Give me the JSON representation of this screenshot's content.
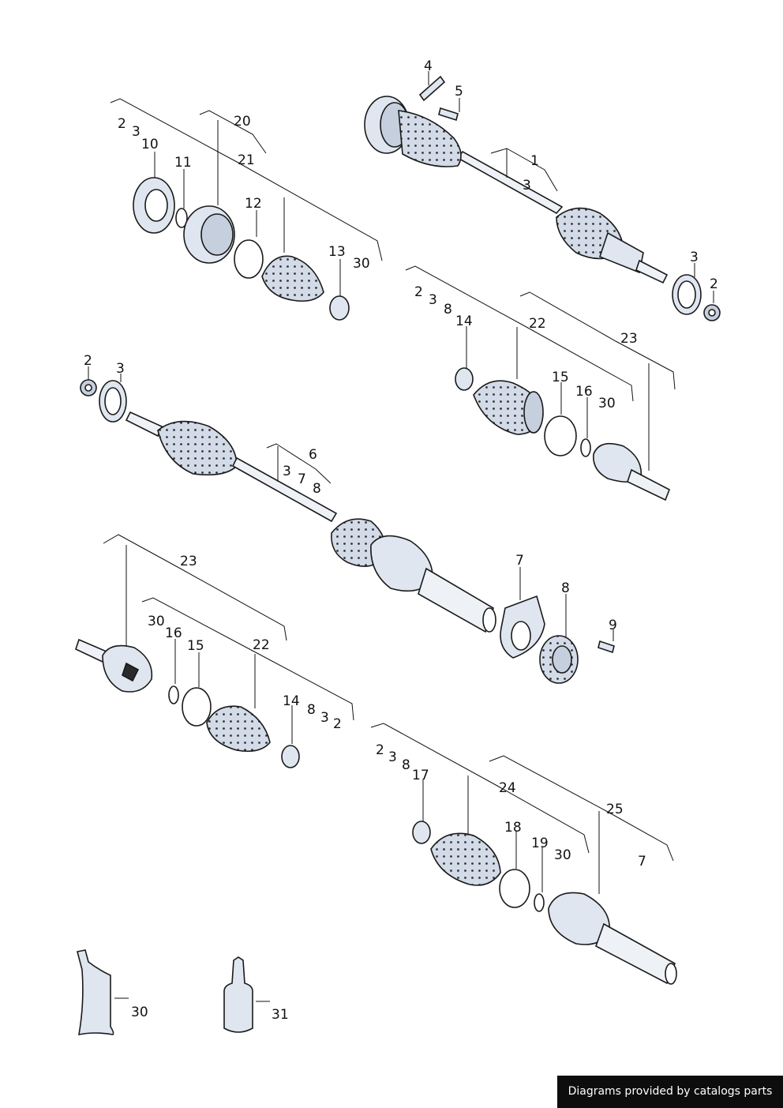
{
  "callouts": {
    "top_right": {
      "a": "4",
      "b": "5",
      "c": "1",
      "d": "3",
      "e": "3",
      "f": "2"
    },
    "top_left": {
      "a": "2",
      "b": "3",
      "c": "10",
      "d": "20",
      "e": "21",
      "f": "11",
      "g": "12",
      "h": "13",
      "i": "30"
    },
    "mid_right": {
      "a": "2",
      "b": "3",
      "c": "8",
      "d": "14",
      "e": "22",
      "f": "23",
      "g": "15",
      "h": "16",
      "i": "30"
    },
    "long_shaft": {
      "a": "2",
      "b": "3",
      "c": "6",
      "d": "3",
      "e": "7",
      "f": "8",
      "g": "7",
      "h": "8",
      "i": "9"
    },
    "mid_left": {
      "a": "23",
      "b": "30",
      "c": "16",
      "d": "15",
      "e": "22",
      "f": "14",
      "g": "8",
      "h": "3",
      "i": "2"
    },
    "bottom_right": {
      "a": "2",
      "b": "3",
      "c": "8",
      "d": "17",
      "e": "24",
      "f": "25",
      "g": "18",
      "h": "19",
      "i": "30",
      "j": "7"
    },
    "supplies": {
      "grease": "30",
      "sealant": "31"
    }
  },
  "footer": {
    "credit": "Diagrams provided by catalogs parts"
  },
  "colors": {
    "part_fill": "#dfe6f0",
    "part_shade": "#c5cfde",
    "outline": "#1a1a1a",
    "footer_bg": "#0d0d0d"
  }
}
